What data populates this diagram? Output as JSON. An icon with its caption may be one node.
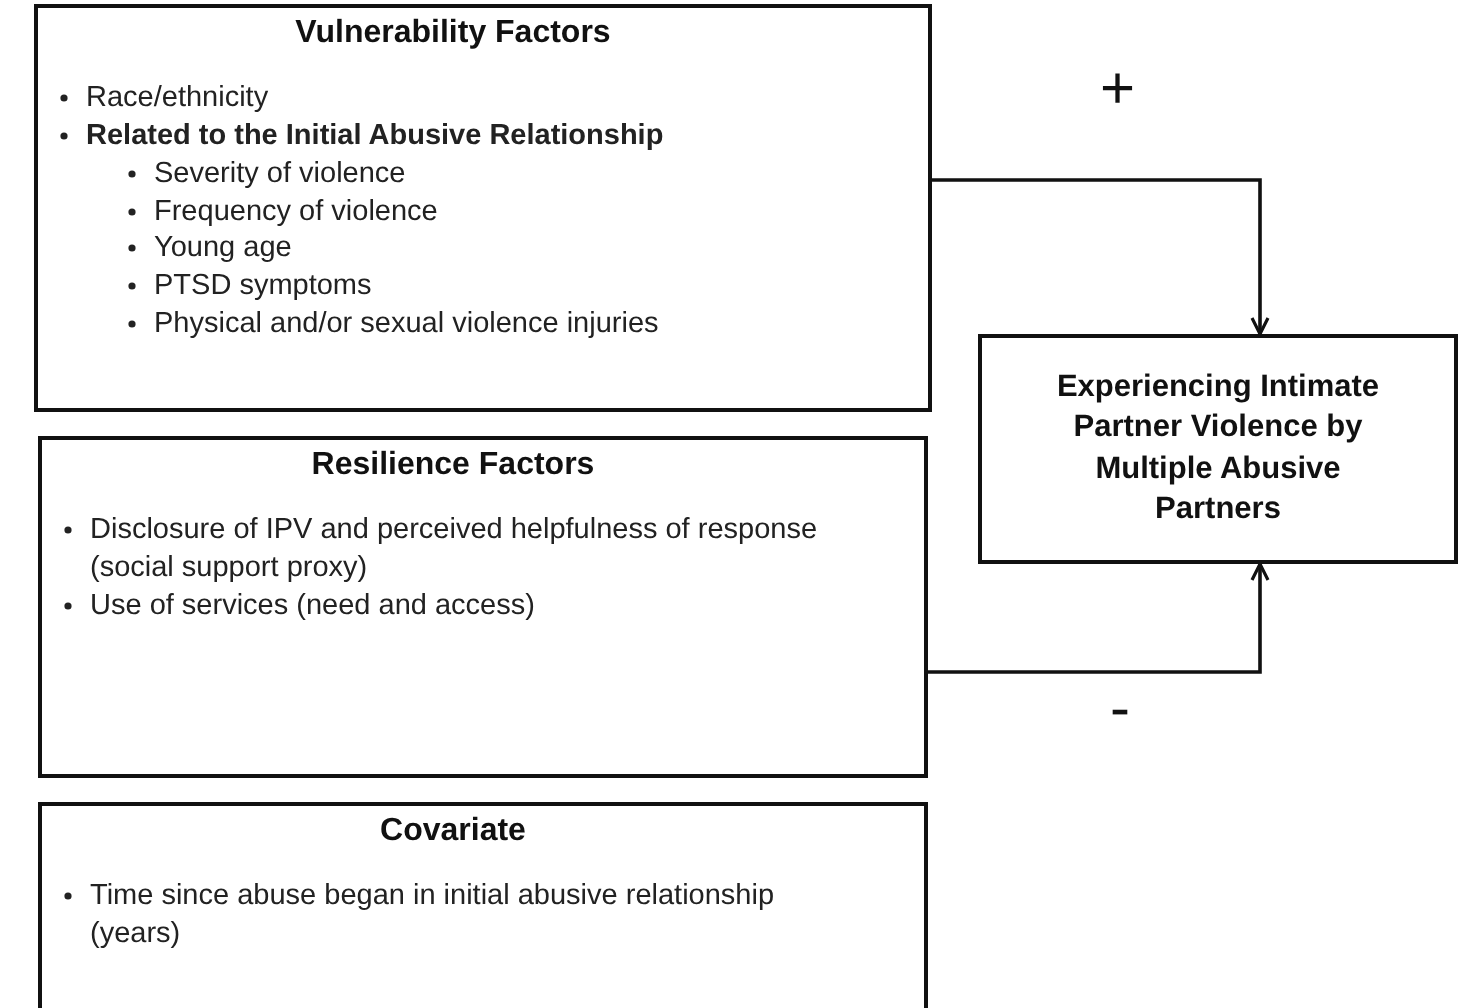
{
  "diagram": {
    "nodes": [
      {
        "text": [
          "Vulnerability Factors",
          "Race/ethnicity",
          "Related to the Initial Abusive Relationship",
          "Severity of violence",
          "Frequency of violence",
          "Young age",
          "PTSD symptoms",
          "Physical and/or sexual violence injuries"
        ]
      },
      {
        "text": [
          "Resilience Factors",
          "Disclosure of IPV and perceived helpfulness of response (social support proxy)",
          "Use of services (need and access)"
        ]
      },
      {
        "text": [
          "Covariate",
          "Time since abuse began in initial abusive relationship (years)"
        ]
      },
      {
        "text": [
          "Experiencing Intimate Partner Violence by Multiple Abusive Partners"
        ]
      }
    ],
    "edges": [
      {
        "from": 0,
        "to": 3,
        "arrow": "to",
        "label": "+"
      },
      {
        "from": 1,
        "to": 3,
        "arrow": "to",
        "label": "-"
      }
    ]
  }
}
